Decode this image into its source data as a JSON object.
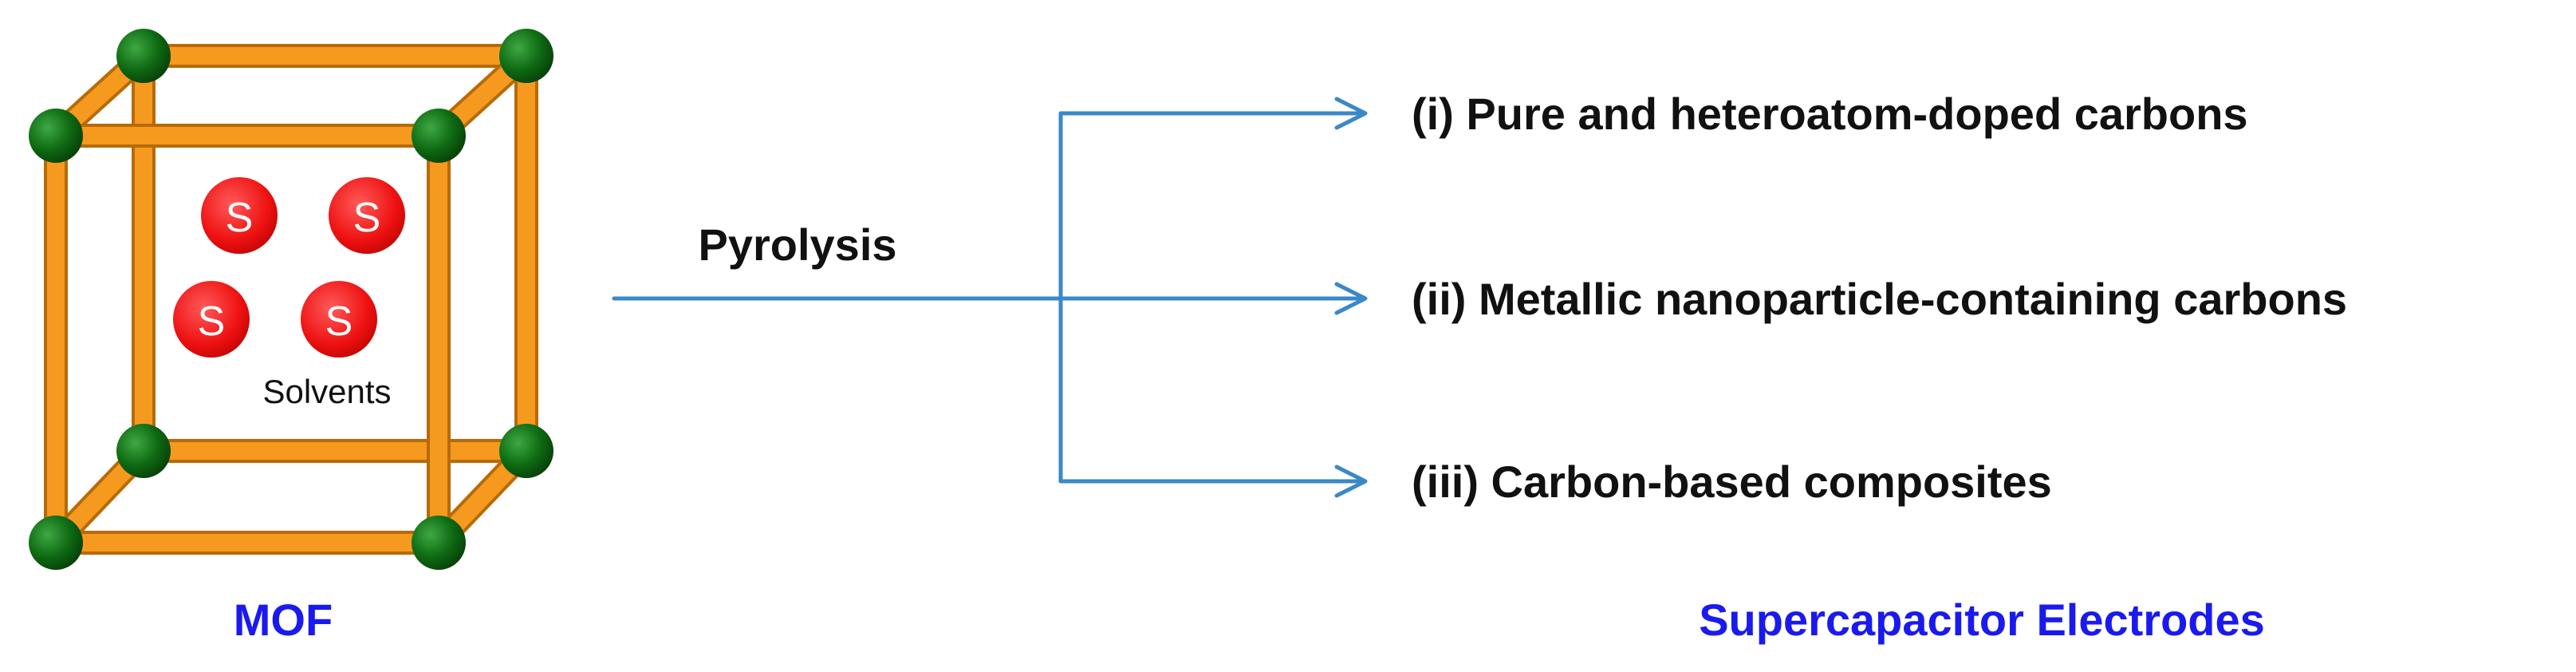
{
  "mof": {
    "solvent_symbol": "S",
    "solvents_label": "Solvents",
    "caption": "MOF"
  },
  "process": {
    "label": "Pyrolysis"
  },
  "outcomes": [
    {
      "label": "(i) Pure and heteroatom-doped carbons"
    },
    {
      "label": "(ii) Metallic nanoparticle-containing carbons"
    },
    {
      "label": "(iii) Carbon-based composites"
    }
  ],
  "outcomes_caption": "Supercapacitor Electrodes",
  "colors": {
    "frame": "#F59A1E",
    "frame_edge": "#B86A08",
    "node": "#0E6B12",
    "solvent": "#EE1111",
    "arrow": "#3A88C8",
    "caption": "#1A1AEE",
    "text": "#111111"
  }
}
